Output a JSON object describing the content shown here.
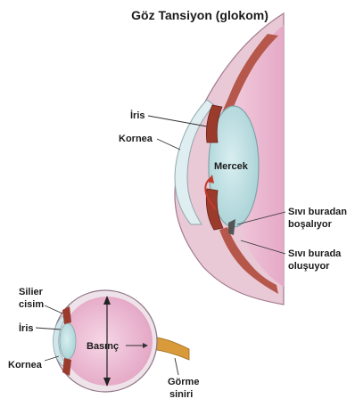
{
  "title": "Göz Tansiyon (glokom)",
  "colors": {
    "sclera_pink": "#e6c2d2",
    "sclera_edge": "#b98ba3",
    "choroid_red": "#b5574a",
    "lens_blue": "#b9dde0",
    "inner_pink": "#e9b7cf",
    "optic_nerve": "#d99a3a"
  },
  "large_eye": {
    "labels": {
      "iris": "İris",
      "cornea": "Kornea",
      "lens": "Mercek",
      "drain_line1": "Sıvı buradan",
      "drain_line2": "boşalıyor",
      "produce_line1": "Sıvı burada",
      "produce_line2": "oluşuyor"
    }
  },
  "small_eye": {
    "labels": {
      "ciliary_line1": "Silier",
      "ciliary_line2": "cisim",
      "iris": "İris",
      "cornea": "Kornea",
      "pressure": "Basınç",
      "optic_line1": "Görme",
      "optic_line2": "siniri"
    }
  }
}
